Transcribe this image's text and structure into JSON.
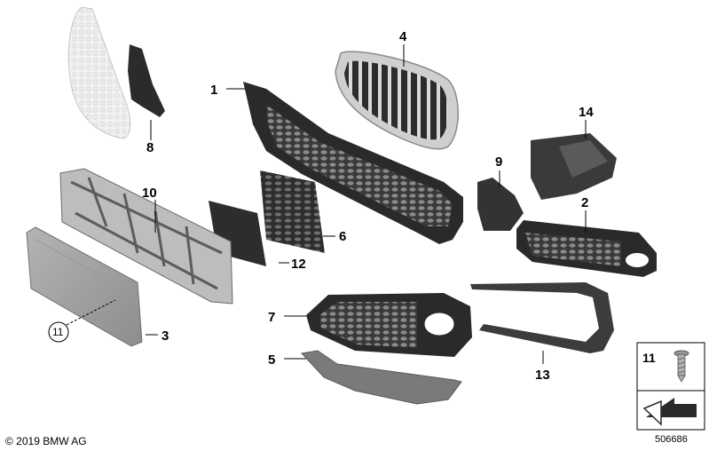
{
  "callouts": {
    "c1": "1",
    "c2": "2",
    "c3": "3",
    "c4": "4",
    "c5": "5",
    "c6": "6",
    "c7": "7",
    "c8": "8",
    "c9": "9",
    "c10": "10",
    "c11": "11",
    "c12": "12",
    "c13": "13",
    "c14": "14"
  },
  "inset": {
    "part_number": "11"
  },
  "footer": {
    "copyright": "© 2019 BMW AG",
    "diagram_id": "506686"
  },
  "icons": [
    "screw-icon",
    "arrow-corner-icon"
  ]
}
